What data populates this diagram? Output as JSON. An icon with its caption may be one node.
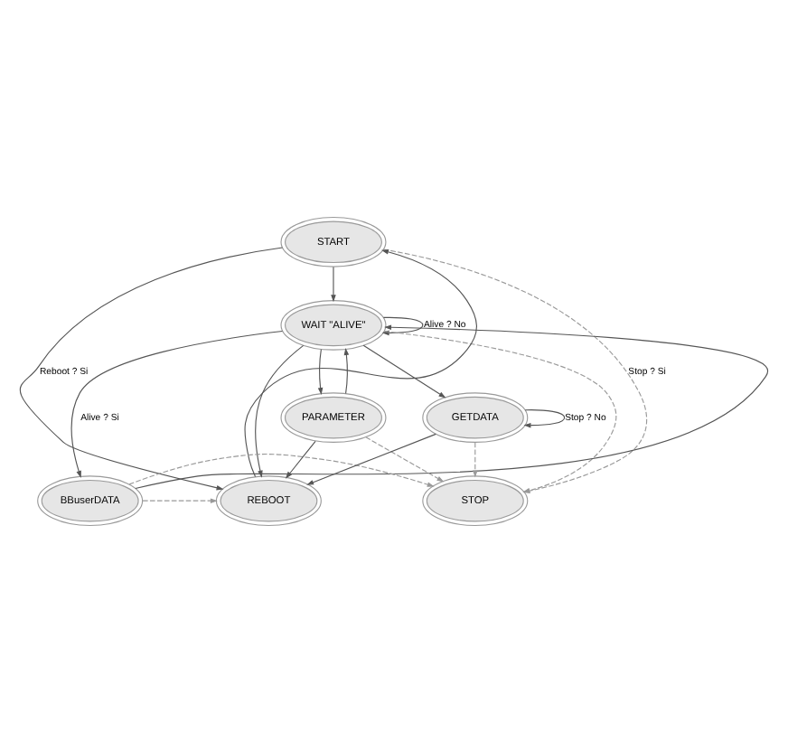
{
  "diagram": {
    "nodes": [
      {
        "text": [
          "START"
        ]
      },
      {
        "text": [
          "WAIT \"ALIVE\""
        ]
      },
      {
        "text": [
          "REBOOT"
        ]
      },
      {
        "text": [
          "BBuserDATA"
        ]
      },
      {
        "text": [
          "STOP"
        ]
      },
      {
        "text": [
          "PARAMETER"
        ]
      },
      {
        "text": [
          "GETDATA"
        ]
      }
    ],
    "edges": [
      {
        "from": 2,
        "to": 0,
        "arrow": "to"
      },
      {
        "from": 0,
        "to": 2,
        "arrow": "to",
        "label": "Reboot ? Si"
      },
      {
        "from": 0,
        "to": 4,
        "arrow": "to",
        "label": "Stop ? Si",
        "style": "dashed"
      },
      {
        "from": 0,
        "to": 1,
        "arrow": "to"
      },
      {
        "from": 1,
        "to": 1,
        "arrow": "to",
        "label": "Alive ? No"
      },
      {
        "from": 1,
        "to": 2,
        "arrow": "to"
      },
      {
        "from": 1,
        "to": 4,
        "arrow": "to",
        "style": "dashed"
      },
      {
        "from": 1,
        "to": 3,
        "arrow": "to",
        "label": "Alive ? Si"
      },
      {
        "from": 3,
        "to": 1,
        "arrow": "to"
      },
      {
        "from": 5,
        "to": 1,
        "arrow": "to"
      },
      {
        "from": 1,
        "to": 5,
        "arrow": "to"
      },
      {
        "from": 1,
        "to": 6,
        "arrow": "to"
      },
      {
        "from": 3,
        "to": 2,
        "arrow": "to",
        "style": "dashed"
      },
      {
        "from": 3,
        "to": 4,
        "arrow": "to",
        "style": "dashed"
      },
      {
        "from": 5,
        "to": 2,
        "arrow": "to"
      },
      {
        "from": 5,
        "to": 4,
        "arrow": "to",
        "style": "dashed"
      },
      {
        "from": 6,
        "to": 2,
        "arrow": "to"
      },
      {
        "from": 6,
        "to": 4,
        "arrow": "to",
        "style": "dashed"
      },
      {
        "from": 6,
        "to": 6,
        "arrow": "to",
        "label": "Stop ? No"
      }
    ]
  }
}
